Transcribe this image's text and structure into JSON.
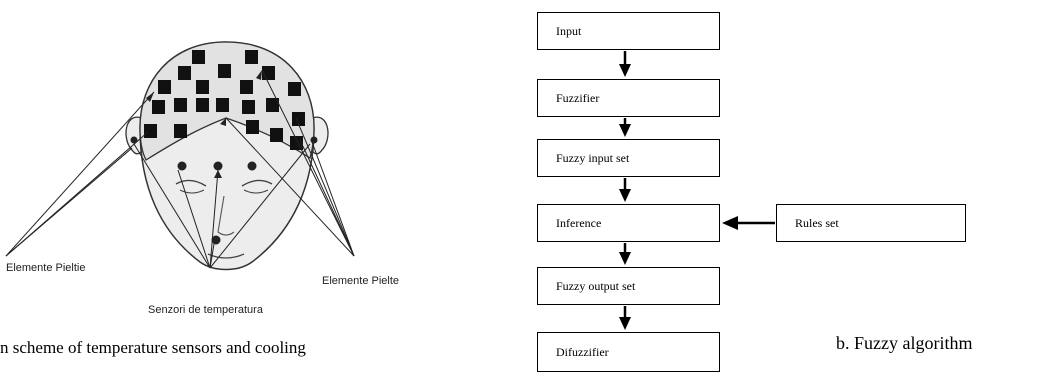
{
  "head_figure": {
    "label_left": "Elemente Pieltie",
    "label_right": "Elemente Pielte",
    "label_bottom": "Senzori de temperatura",
    "caption": "n scheme of temperature sensors and cooling",
    "colors": {
      "skin": "#ededed",
      "hair_region": "#e2e2e2",
      "sensor": "#111111",
      "outline": "#333333"
    }
  },
  "flowchart": {
    "steps": [
      {
        "label": "Input"
      },
      {
        "label": "Fuzzifier"
      },
      {
        "label": "Fuzzy input set"
      },
      {
        "label": "Inference"
      },
      {
        "label": "Fuzzy output set"
      },
      {
        "label": "Difuzzifier"
      }
    ],
    "side_box": {
      "label": "Rules set"
    },
    "caption": "b.  Fuzzy algorithm"
  }
}
